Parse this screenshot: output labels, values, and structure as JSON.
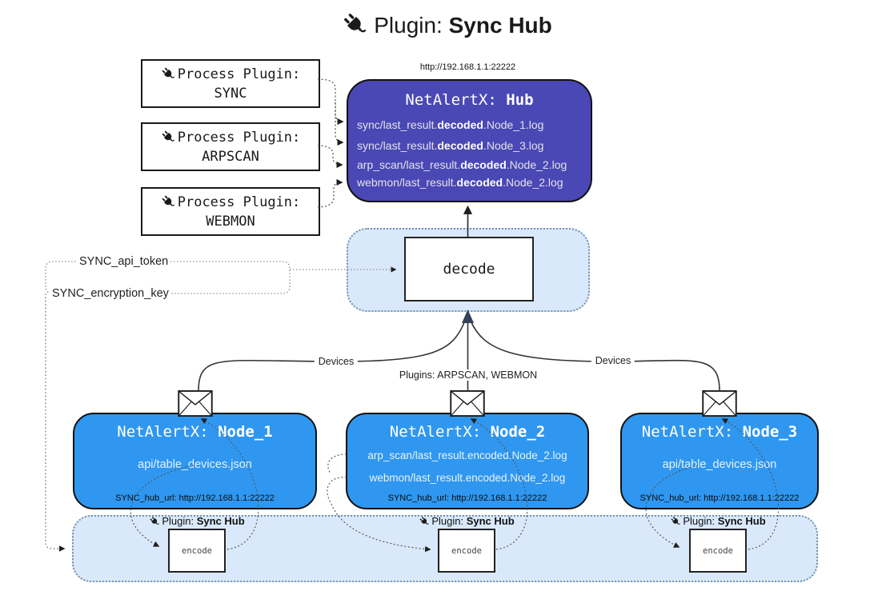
{
  "title": {
    "label": "Plugin:",
    "name": "Sync Hub"
  },
  "hub": {
    "url": "http://192.168.1.1:22222",
    "app": "NetAlertX:",
    "name": "Hub",
    "logs": [
      {
        "pre": "sync/last_result.",
        "bold": "decoded",
        "post": ".Node_1.log"
      },
      {
        "pre": "sync/last_result.",
        "bold": "decoded",
        "post": ".Node_3.log"
      },
      {
        "pre": "arp_scan/last_result.",
        "bold": "decoded",
        "post": ".Node_2.log"
      },
      {
        "pre": "webmon/last_result.",
        "bold": "decoded",
        "post": ".Node_2.log"
      }
    ]
  },
  "process_plugins": [
    {
      "label": "Process Plugin:",
      "name": "SYNC"
    },
    {
      "label": "Process Plugin:",
      "name": "ARPSCAN"
    },
    {
      "label": "Process Plugin:",
      "name": "WEBMON"
    }
  ],
  "decode_label": "decode",
  "settings": {
    "api_token": "SYNC_api_token",
    "encryption_key": "SYNC_encryption_key"
  },
  "edge_labels": {
    "devices_left": "Devices",
    "devices_right": "Devices",
    "plugins": "Plugins: ARPSCAN, WEBMON"
  },
  "nodes": [
    {
      "app": "NetAlertX:",
      "name": "Node_1",
      "files": [
        "api/table_devices.json"
      ],
      "hub_url": "SYNC_hub_url: http://192.168.1.1:22222"
    },
    {
      "app": "NetAlertX:",
      "name": "Node_2",
      "files": [
        "arp_scan/last_result.encoded.Node_2.log",
        "webmon/last_result.encoded.Node_2.log"
      ],
      "hub_url": "SYNC_hub_url: http://192.168.1.1:22222"
    },
    {
      "app": "NetAlertX:",
      "name": "Node_3",
      "files": [
        "api/table_devices.json"
      ],
      "hub_url": "SYNC_hub_url: http://192.168.1.1:22222"
    }
  ],
  "encoders": {
    "plugin_label": "Plugin:",
    "plugin_name": "Sync Hub",
    "box_label": "encode"
  },
  "colors": {
    "hub_fill": "#4a48b5",
    "node_fill": "#2f97f0",
    "panel_fill": "#d9e9fb",
    "panel_border": "#7390ad",
    "line": "#333333"
  }
}
